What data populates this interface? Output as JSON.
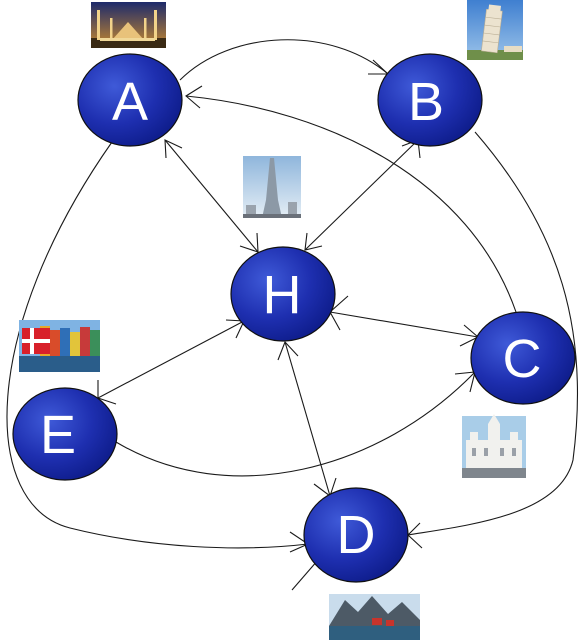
{
  "nodes": [
    {
      "id": "A",
      "label": "A",
      "photo_icon": "mosque-icon"
    },
    {
      "id": "B",
      "label": "B",
      "photo_icon": "leaning-tower-icon"
    },
    {
      "id": "H",
      "label": "H",
      "photo_icon": "skyscraper-icon"
    },
    {
      "id": "C",
      "label": "C",
      "photo_icon": "palace-icon"
    },
    {
      "id": "E",
      "label": "E",
      "photo_icon": "harbor-flag-icon"
    },
    {
      "id": "D",
      "label": "D",
      "photo_icon": "mountain-village-icon"
    }
  ],
  "edges": [
    {
      "from": "A",
      "to": "B"
    },
    {
      "from": "A",
      "to": "H"
    },
    {
      "from": "H",
      "to": "A"
    },
    {
      "from": "B",
      "to": "H"
    },
    {
      "from": "H",
      "to": "B"
    },
    {
      "from": "H",
      "to": "C"
    },
    {
      "from": "C",
      "to": "H"
    },
    {
      "from": "C",
      "to": "A"
    },
    {
      "from": "E",
      "to": "H"
    },
    {
      "from": "H",
      "to": "E"
    },
    {
      "from": "E",
      "to": "C"
    },
    {
      "from": "H",
      "to": "D"
    },
    {
      "from": "D",
      "to": "H"
    },
    {
      "from": "A",
      "to": "D"
    },
    {
      "from": "B",
      "to": "D"
    }
  ],
  "colors": {
    "node_fill_light": "#3f5ad8",
    "node_fill_dark": "#0c1a86",
    "node_stroke": "#101010",
    "edge": "#1a1a1a"
  }
}
